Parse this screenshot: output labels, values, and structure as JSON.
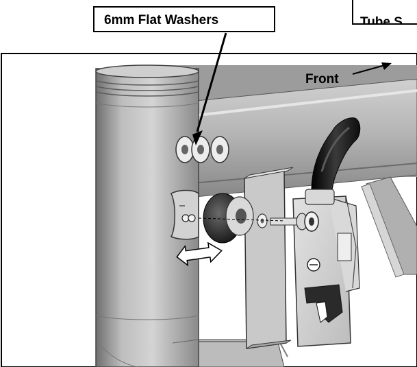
{
  "callouts": {
    "flat_washers": "6mm Flat Washers",
    "tube_spacer_line1": "",
    "tube_spacer_line2": "Tube S"
  },
  "direction_label": "Front",
  "colors": {
    "frame_border": "#000000",
    "tube_light": "#c9c9c9",
    "tube_dark": "#7d7d7d",
    "grip_black": "#1e1e1e",
    "washer": "#e8e8e8"
  },
  "icons": {
    "front_arrow": "arrow-right-icon",
    "adjust_arrow": "double-arrow-icon"
  }
}
